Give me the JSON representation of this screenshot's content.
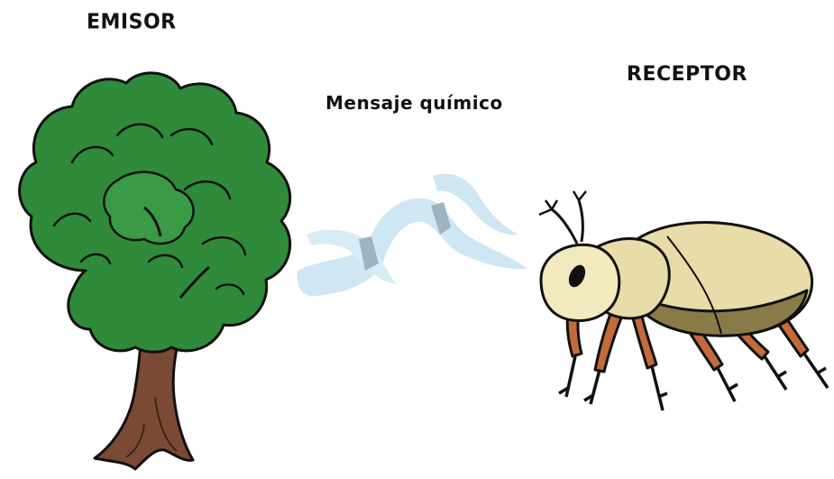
{
  "labels": {
    "emitter": "EMISOR",
    "receiver": "RECEPTOR",
    "message": "Mensaje químico"
  },
  "colors": {
    "foliage": "#2f8a3a",
    "foliage_dark": "#1f6a2a",
    "trunk": "#7a4a35",
    "scent": "#cfe6f3",
    "scent_shadow": "#9fb2bf",
    "beetle_body": "#e8dca8",
    "beetle_shell_dark": "#8a7a48",
    "beetle_legs": "#c46a3a",
    "outline": "#111111"
  },
  "icons": {
    "emitter": "tree-icon",
    "message": "scent-waves-icon",
    "receiver": "beetle-icon"
  }
}
